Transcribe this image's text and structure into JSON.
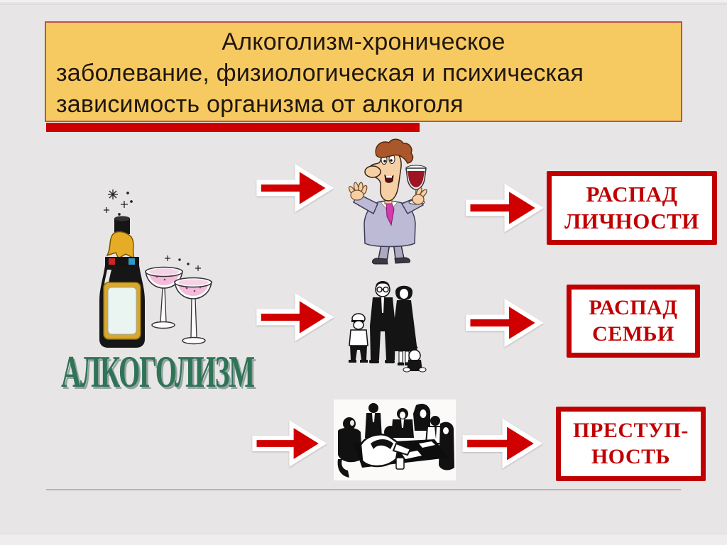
{
  "slide": {
    "background_color": "#E7E5E5",
    "banner": {
      "lines": [
        "Алкоголизм-хроническое",
        "заболевание, физиологическая и психическая",
        "зависимость организма от алкоголя"
      ],
      "background_color": "#F6CA60",
      "border_color": "#C4504E",
      "text_color": "#211710"
    },
    "underline_bar_color": "#CC0000",
    "source_label": {
      "text": "АЛКОГОЛИЗМ",
      "color": "#2F7457",
      "shadow_color": "#97A3A3"
    },
    "illustrations": [
      {
        "name": "champagne-bottle-and-glasses-illustration"
      },
      {
        "name": "man-with-wine-glass-illustration"
      },
      {
        "name": "family-illustration"
      },
      {
        "name": "people-around-table-illustration"
      }
    ],
    "arrow_color": "#D10000",
    "consequences": [
      {
        "lines": [
          "РАСПАД",
          "ЛИЧНОСТИ"
        ]
      },
      {
        "lines": [
          "РАСПАД",
          "СЕМЬИ"
        ]
      },
      {
        "lines": [
          "ПРЕСТУП-",
          "НОСТЬ"
        ]
      }
    ],
    "result_box": {
      "border_color": "#C00000",
      "text_color": "#C00000",
      "background_color": "#FFFFFF"
    },
    "footer_line_color": "#C9ADAD"
  }
}
